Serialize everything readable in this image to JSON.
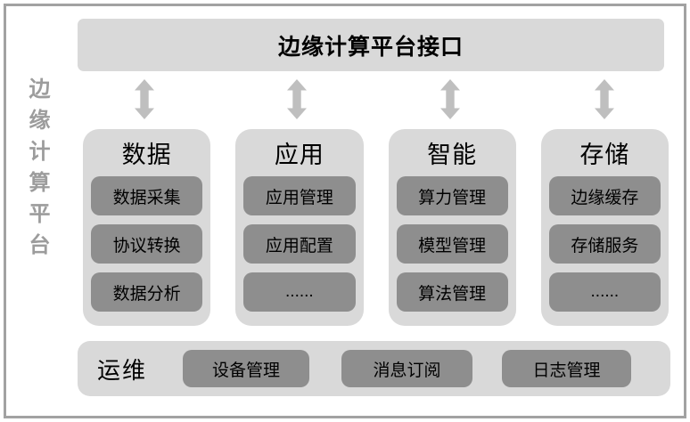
{
  "frame": {
    "side_label": "边缘计算平台"
  },
  "header": {
    "title": "边缘计算平台接口"
  },
  "icons": {
    "arrow": "double-vertical-arrow-icon"
  },
  "columns": [
    {
      "title": "数据",
      "items": [
        "数据采集",
        "协议转换",
        "数据分析"
      ]
    },
    {
      "title": "应用",
      "items": [
        "应用管理",
        "应用配置",
        "......"
      ]
    },
    {
      "title": "智能",
      "items": [
        "算力管理",
        "模型管理",
        "算法管理"
      ]
    },
    {
      "title": "存储",
      "items": [
        "边缘缓存",
        "存储服务",
        "......"
      ]
    }
  ],
  "bottom": {
    "title": "运维",
    "items": [
      "设备管理",
      "消息订阅",
      "日志管理"
    ]
  },
  "colors": {
    "panel_light": "#d9d9d9",
    "panel_dark": "#8e8e8e",
    "arrow": "#bfbfbf",
    "frame_border": "#a2a2a2",
    "side_text": "#9c9c9c",
    "text": "#000000"
  }
}
